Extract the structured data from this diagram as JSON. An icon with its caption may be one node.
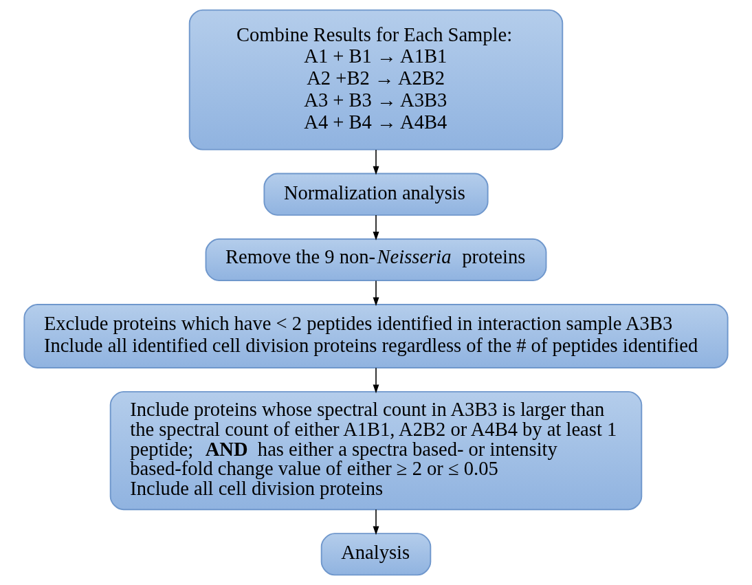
{
  "diagram": {
    "nodes": [
      {
        "text": [
          "Combine Results for Each Sample:",
          "A1 + B1 → A1B1",
          "A2 +B2 → A2B2",
          "A3 + B3 → A3B3",
          "A4 + B4 → A4B4"
        ]
      },
      {
        "text": [
          "Normalization analysis"
        ]
      },
      {
        "text": [
          "Remove the 9 non-*Neisseria* proteins"
        ]
      },
      {
        "text": [
          "Exclude proteins which have < 2 peptides identified in interaction sample A3B3",
          "Include all identified cell division proteins regardless of the # of peptides identified"
        ]
      },
      {
        "text": [
          "Include proteins whose spectral count in A3B3 is larger than the spectral count of either A1B1, A2B2 or A4B4 by at least 1 peptide; **AND** has either a spectra based- or intensity based-fold change value of either ≥ 2 or ≤ 0.05",
          "Include all cell division proteins"
        ]
      },
      {
        "text": [
          "Analysis"
        ]
      }
    ],
    "edges": [
      {
        "from": 0,
        "to": 1,
        "arrow": "to"
      },
      {
        "from": 1,
        "to": 2,
        "arrow": "to"
      },
      {
        "from": 2,
        "to": 3,
        "arrow": "to"
      },
      {
        "from": 3,
        "to": 4,
        "arrow": "to"
      },
      {
        "from": 4,
        "to": 5,
        "arrow": "to"
      }
    ]
  }
}
